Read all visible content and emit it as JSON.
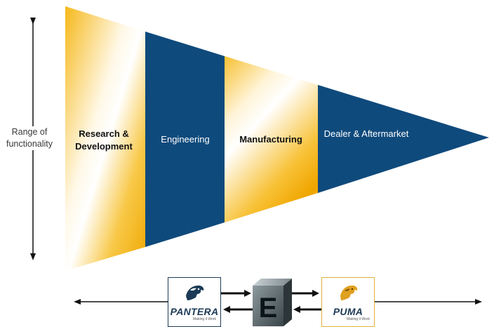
{
  "diagram": {
    "axis_label": "Range of functionality",
    "segments": [
      {
        "label": "Research & Development",
        "style": "gold"
      },
      {
        "label": "Engineering",
        "style": "blue"
      },
      {
        "label": "Manufacturing",
        "style": "gold"
      },
      {
        "label": "Dealer & Aftermarket",
        "style": "blue"
      }
    ],
    "logos": {
      "left": {
        "name": "PANTERA",
        "tagline": "Making it Work",
        "icon": "panther-head-icon"
      },
      "center": {
        "letter": "E",
        "icon": "e-cube-icon"
      },
      "right": {
        "name": "PUMA",
        "tagline": "Making it Work",
        "icon": "puma-head-icon"
      }
    },
    "colors": {
      "navy": "#0f4a7c",
      "gold": "#f5b81c",
      "logo_navy": "#1d3b56",
      "logo_gold": "#e0b437"
    }
  }
}
